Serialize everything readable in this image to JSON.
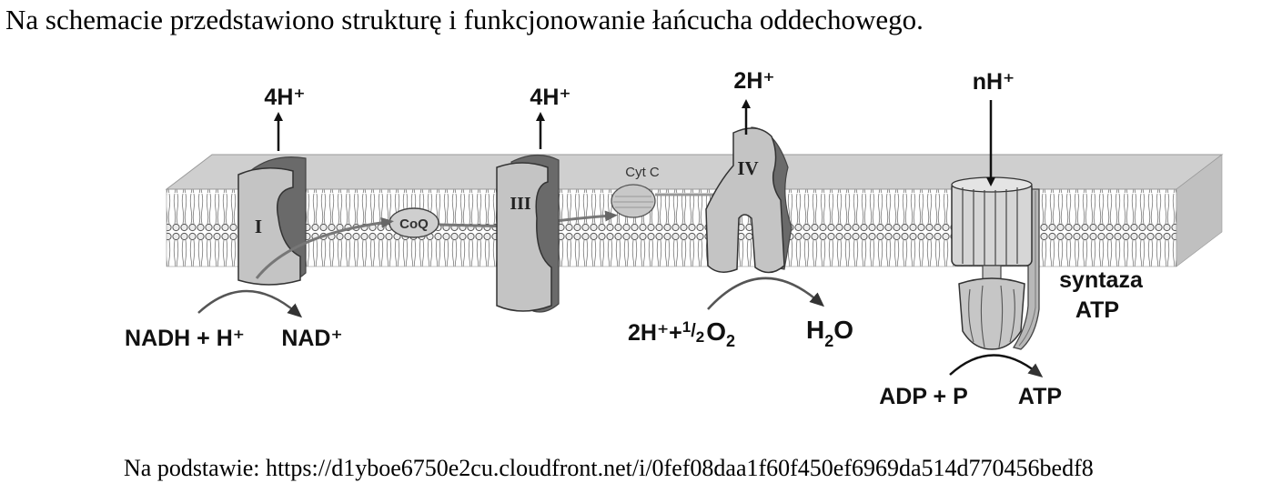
{
  "intro_text": "Na schemacie przedstawiono strukturę i funkcjonowanie łańcucha oddechowego.",
  "source_text": "Na podstawie: https://d1yboe6750e2cu.cloudfront.net/i/0fef08daa1f60f450ef6969da514d770456bedf8",
  "complexes": {
    "c1": {
      "label": "I",
      "pumped_protons": "4H⁺"
    },
    "c3": {
      "label": "III",
      "pumped_protons": "4H⁺"
    },
    "c4": {
      "label": "IV",
      "pumped_protons": "2H⁺"
    }
  },
  "carriers": {
    "coq": "CoQ",
    "cytc": "Cyt C"
  },
  "atp_synthase": {
    "protons": "nH⁺",
    "label_line1": "syntaza",
    "label_line2": "ATP"
  },
  "reactions": {
    "nadh_substrate": "NADH + H⁺",
    "nadh_product": "NAD⁺",
    "o2_substrate_prefix": "2H⁺+",
    "o2_substrate_half_num": "1",
    "o2_substrate_half_den": "2",
    "o2_substrate_o": "O",
    "o2_substrate_sub": "2",
    "o2_product_h": "H",
    "o2_product_sub": "2",
    "o2_product_o": "O",
    "atp_substrate": "ADP + P",
    "atp_product": "ATP"
  },
  "colors": {
    "membrane_top": "#cfcfcf",
    "membrane_band": "#d8d8d8",
    "protein_light": "#c4c4c4",
    "protein_dark": "#6a6a6a",
    "arrow": "#777777"
  }
}
